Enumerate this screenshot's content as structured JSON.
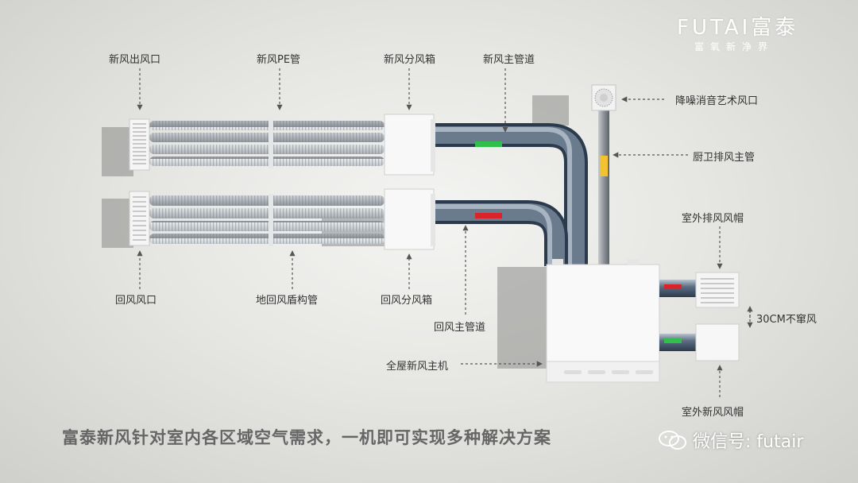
{
  "brand": {
    "name": "FUTAI富泰",
    "tagline": "富氧新净界"
  },
  "labels": {
    "fresh_outlet": "新风出风口",
    "fresh_pe_pipe": "新风PE管",
    "fresh_box": "新风分风箱",
    "fresh_main": "新风主管道",
    "art_vent": "降噪消音艺术风口",
    "kitchen_exhaust": "厨卫排风主管",
    "outdoor_exhaust_cap": "室外排风风帽",
    "gap_note": "30CM不窜风",
    "return_outlet": "回风风口",
    "floor_pipe": "地回风盾构管",
    "return_box": "回风分风箱",
    "return_main": "回风主管道",
    "main_unit": "全屋新风主机",
    "outdoor_fresh_cap": "室外新风风帽"
  },
  "slogan": "富泰新风针对室内各区域空气需求，一机即可实现多种解决方案",
  "wechat": {
    "text": "微信号: futair"
  },
  "colors": {
    "fresh_tag": "#2fbf4a",
    "return_tag": "#d9242c",
    "exhaust_tag": "#f2c230"
  }
}
